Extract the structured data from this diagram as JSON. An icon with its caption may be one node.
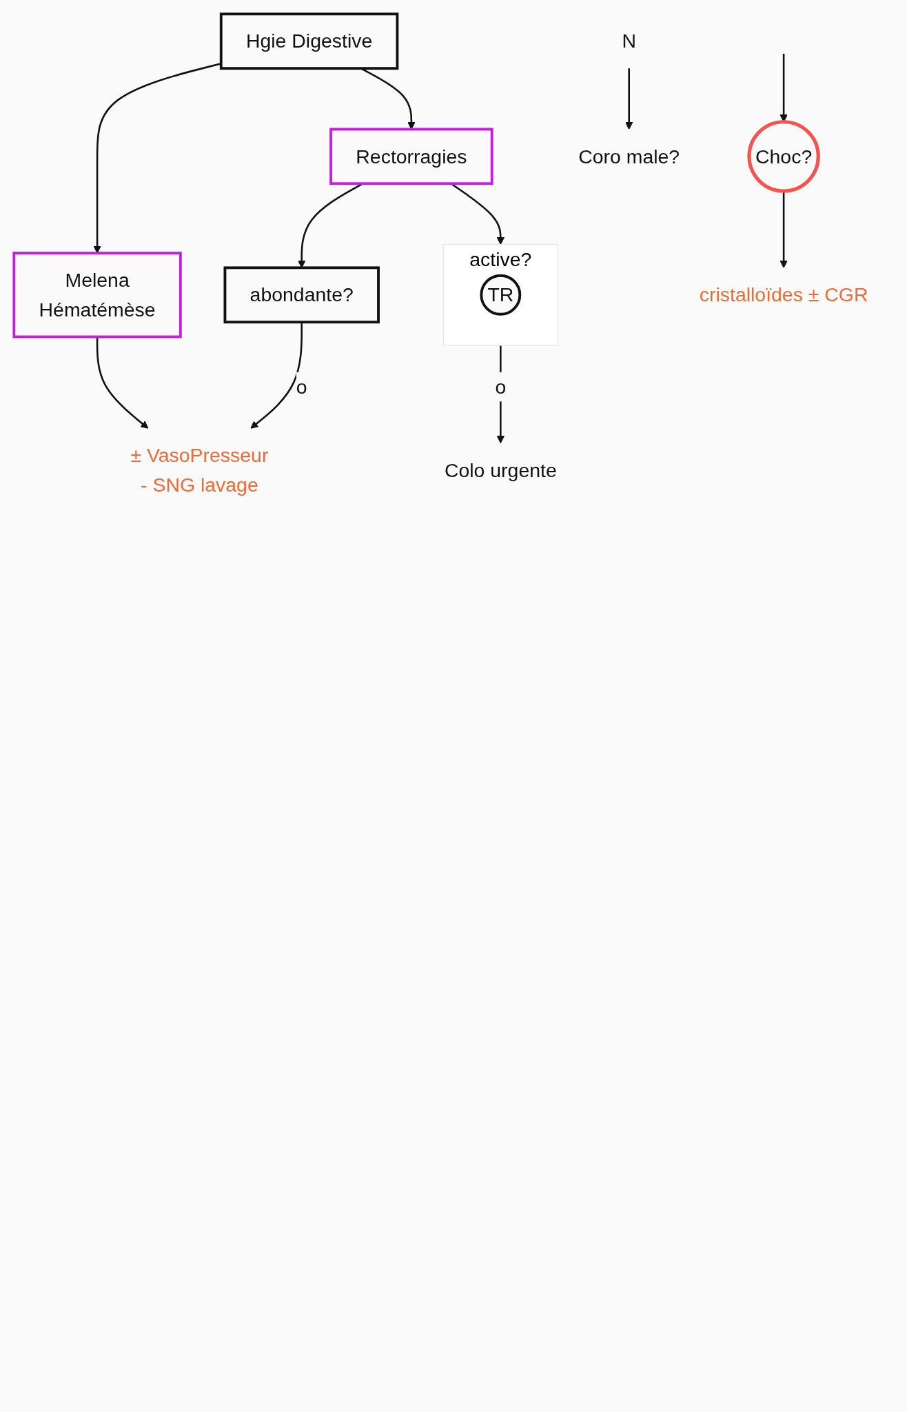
{
  "diagram": {
    "nodes": [
      {
        "text": [
          "Hgie Digestive"
        ]
      },
      {
        "text": [
          "Melena",
          "Hématémèse"
        ]
      },
      {
        "text": [
          "± VasoPresseur",
          "- SNG lavage"
        ]
      },
      {
        "text": [
          "Rectorragies"
        ]
      },
      {
        "text": [
          "abondante?"
        ]
      },
      {
        "text": [
          "N"
        ]
      },
      {
        "text": [
          "Coro male?"
        ]
      },
      {
        "text": [
          "active?"
        ]
      },
      {
        "text": [
          "TR"
        ],
        "in": 7
      },
      {
        "text": [
          "Colo urgente"
        ]
      },
      {
        "text": [
          "Choc?"
        ]
      },
      {
        "text": [
          "cristalloïdes ± CGR"
        ]
      }
    ],
    "edges": [
      {
        "from": 0,
        "to": 1,
        "arrow": "to"
      },
      {
        "from": 0,
        "to": 3,
        "arrow": "to"
      },
      {
        "from": 1,
        "to": 2,
        "arrow": "to"
      },
      {
        "from": 3,
        "to": 4,
        "arrow": "to"
      },
      {
        "from": 4,
        "to": 2,
        "arrow": "to",
        "label": "o"
      },
      {
        "from": 5,
        "to": 6,
        "arrow": "to"
      },
      {
        "from": 3,
        "to": 7,
        "arrow": "to"
      },
      {
        "from": 7,
        "to": 9,
        "arrow": "to",
        "label": "o"
      },
      {
        "from": null,
        "to": 10,
        "arrow": "to"
      },
      {
        "from": 10,
        "to": 11,
        "arrow": "to"
      }
    ]
  }
}
